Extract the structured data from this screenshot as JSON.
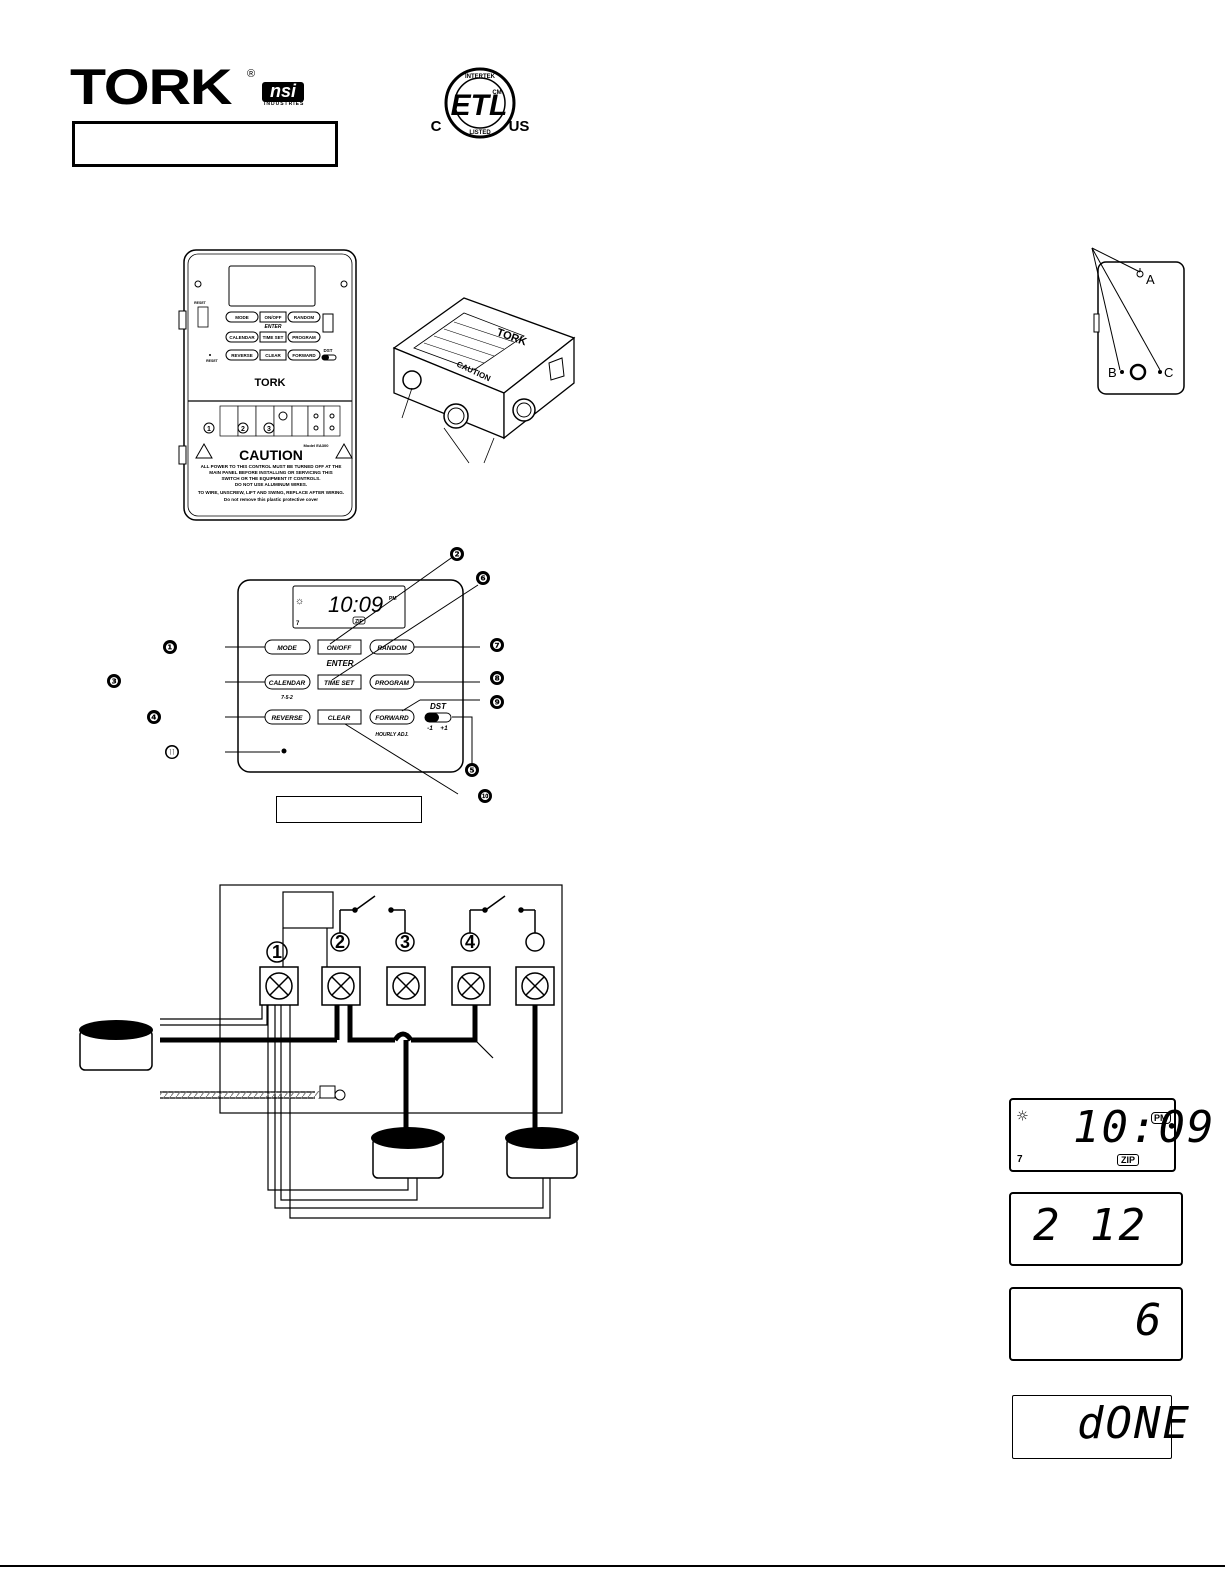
{
  "header": {
    "brand": "TORK",
    "registered_mark": "®",
    "sub_brand": "nsi",
    "sub_brand_caption": "INDUSTRIES",
    "cert_mark": {
      "top_ring": "INTERTEK",
      "bottom_ring": "LISTED",
      "left": "C",
      "right": "US",
      "letters": "ETL",
      "small": "CM"
    }
  },
  "figure_device_front": {
    "buttons_row1": [
      "MODE",
      "ON/OFF",
      "RANDOM"
    ],
    "enter_label": "ENTER",
    "buttons_row2": [
      "CALENDAR",
      "TIME SET",
      "PROGRAM"
    ],
    "buttons_row3": [
      "REVERSE",
      "CLEAR",
      "FORWARD"
    ],
    "dst_label": "DST",
    "reset_label": "RESET",
    "brand_on_device": "TORK",
    "caution_title": "CAUTION",
    "model_label": "Model EA300",
    "caution_lines": [
      "ALL POWER TO THIS CONTROL MUST BE TURNED OFF AT THE",
      "MAIN PANEL BEFORE INSTALLING OR SERVICING THIS",
      "SWITCH OR THE EQUIPMENT IT CONTROLS.",
      "DO NOT USE ALUMINUM WIRES.",
      "TO WIRE, UNSCREW, LIFT AND SWING, REPLACE AFTER WIRING.",
      "Do not remove this plastic protective cover"
    ],
    "terminal_numbers": [
      "1",
      "2",
      "3"
    ]
  },
  "figure_device_angle": {
    "brand_on_device": "TORK",
    "caution_title": "CAUTION"
  },
  "figure_mounting": {
    "hole_labels": [
      "A",
      "B",
      "C"
    ]
  },
  "figure_keypad": {
    "lcd": {
      "time": "10:09",
      "ampm": "PM",
      "day": "7",
      "tag": "ZIP"
    },
    "buttons_row1": [
      "MODE",
      "ON/OFF",
      "RANDOM"
    ],
    "enter_label": "ENTER",
    "buttons_row2": [
      "CALENDAR",
      "TIME SET",
      "PROGRAM"
    ],
    "calendar_sub": "7-5-2",
    "buttons_row3": [
      "REVERSE",
      "CLEAR",
      "FORWARD"
    ],
    "hourly_label": "HOURLY ADJ.",
    "dst_label": "DST",
    "dst_minus": "-1",
    "dst_plus": "+1",
    "callouts": [
      "❶",
      "❷",
      "❸",
      "❹",
      "❺",
      "❻",
      "❼",
      "❽",
      "❾",
      "❿",
      "⓫"
    ]
  },
  "figure_wiring": {
    "terminal_labels": [
      "1",
      "2",
      "3",
      "4",
      ""
    ]
  },
  "lcd_examples": [
    {
      "main": "10:09",
      "ampm": "PM",
      "day": "7",
      "tag": "ZIP"
    },
    {
      "main": "2 12"
    },
    {
      "main": "6"
    },
    {
      "main": "dONE"
    }
  ],
  "colors": {
    "ink": "#000000",
    "paper": "#ffffff",
    "grey": "#888888"
  }
}
